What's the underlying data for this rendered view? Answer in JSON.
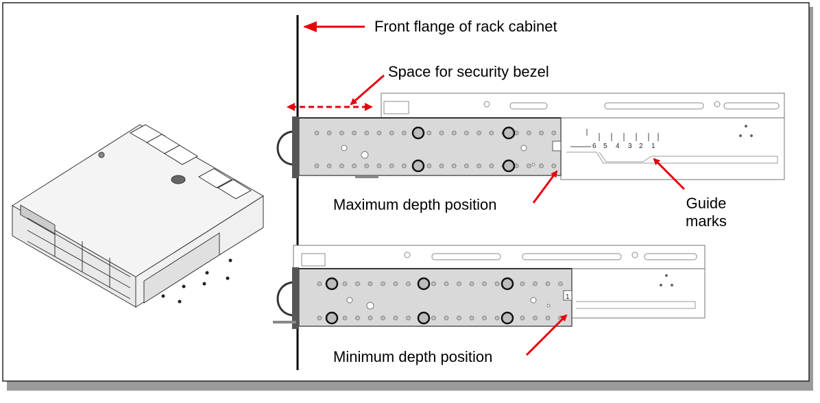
{
  "labels": {
    "front_flange": "Front flange of rack cabinet",
    "security_bezel": "Space for security bezel",
    "max_depth": "Maximum depth position",
    "min_depth": "Minimum depth position",
    "guide_marks_line1": "Guide",
    "guide_marks_line2": "marks"
  },
  "guide_mark_numbers": [
    "6",
    "5",
    "4",
    "3",
    "2",
    "1"
  ],
  "min_guide_mark_number": "1",
  "colors": {
    "arrow": "#e8000b",
    "line": "#000000",
    "rail_fill": "#d9d9d9",
    "rail_stroke": "#555555",
    "rail_light": "#bdbdbd"
  },
  "icons": {
    "arrow": "red-arrow-icon",
    "server": "server-chassis-icon",
    "screw": "screw-icon"
  }
}
